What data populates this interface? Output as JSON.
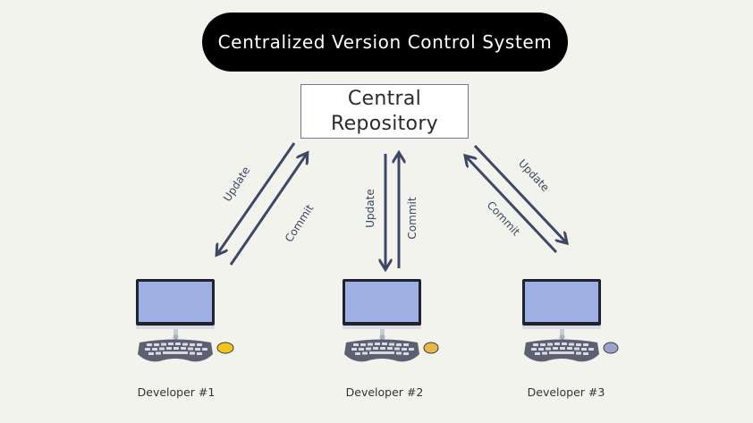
{
  "title": "Centralized Version Control System",
  "repository": {
    "line1": "Central",
    "line2": "Repository"
  },
  "arrow_labels": {
    "update": "Update",
    "commit": "Commit"
  },
  "developers": [
    {
      "label": "Developer #1",
      "mouse_color": "#f0c419"
    },
    {
      "label": "Developer #2",
      "mouse_color": "#e8b94a"
    },
    {
      "label": "Developer #3",
      "mouse_color": "#9aa3c9"
    }
  ],
  "colors": {
    "arrow": "#3e4866",
    "screen": "#9fb0e3",
    "keyboard": "#5d6070"
  }
}
